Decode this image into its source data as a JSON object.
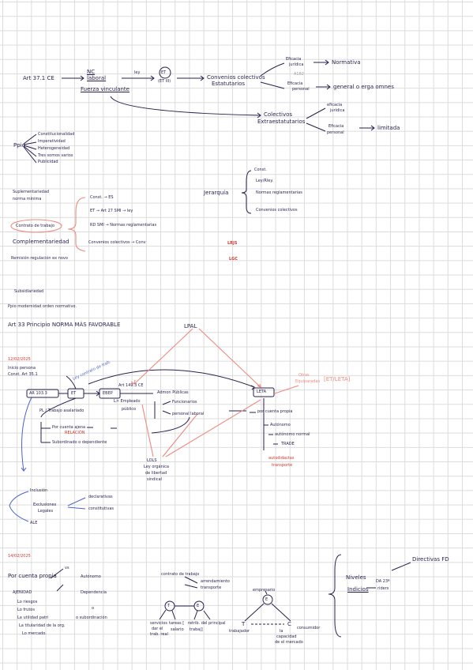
{
  "top": {
    "art31": "Art 37.1 CE",
    "nc": "NC",
    "laboral": "laboral",
    "fuerza": "Fuerza vinculante",
    "ley": "ley",
    "et_circle": "ET",
    "et_art": "(ET III)",
    "cc_estatutarios": "Convenios colectivos",
    "estatutarios": "Estatutarios",
    "eficacia_juridica_1": "Eficacia",
    "eficacia_juridica_2": "jurídica",
    "normativa": "Normativa",
    "a182": "A182",
    "eficacia_personal_1": "Eficacia",
    "eficacia_personal_2": "personal",
    "general": "general o erga omnes",
    "colectivos": "Colectivos",
    "extraestatutarios": "Extraestatutarios",
    "eficacia_juridica_b1": "eficacia",
    "eficacia_juridica_b2": "jurídica",
    "eficacia_personal_b1": "Eficacia",
    "eficacia_personal_b2": "personal",
    "limitada": "limitada"
  },
  "ppio": {
    "label": "Ppio",
    "items": [
      "Constitucionalidad",
      "Imperatividad",
      "Heterogeneidad",
      "Tres somos varios",
      "Publicidad"
    ]
  },
  "jerarquia": {
    "label": "Jerarquía",
    "items": [
      "Const.",
      "Ley/Rley.",
      "Normas reglamentarias",
      "Convenios colectivos"
    ]
  },
  "middle": {
    "suplementariedad_1": "Suplementariedad",
    "suplementariedad_2": "norma mínima",
    "const_es": "Const. → ES",
    "et_art27": "ET → Art 27 SMI → ley",
    "contrato": "Contrato de trabajo",
    "rd_smi": "RD SMI → Normas reglamentarias",
    "complementariedad": "Complementariedad",
    "cc_conv": "Convenios colectivos → Conv",
    "lrjs": "LRJS",
    "remision": "Remisión regulación ex novo",
    "lgc": "LGC"
  },
  "sub": {
    "subsidiariedad": "Subsidiariedad",
    "ppio_modernidad": "Ppio modernidad orden normativo.",
    "art33": "Art 33 Principio NORMA MÁS FAVORABLE"
  },
  "day1": {
    "date": "12/02/2025",
    "inicio_1": "Inicio persona",
    "inicio_2": "Const. Art 35.1",
    "handwrite_blue": "Ley contrato de trab.",
    "lpal": "LPAL",
    "ar_box": "AR 103.3",
    "et_box": "ET",
    "ebep_box": "EBEP",
    "art_ebep": "Art 149.3 CE",
    "admon": "Admon Públicas",
    "lista_box": "LETA",
    "otras_1": "Otras",
    "otras_2": "Equiparadas",
    "otras_bracket": "[ET/LETA]",
    "empleado_1": "L> Empleado",
    "empleado_2": "público",
    "funcionarios": "Funcionarios",
    "personal": "personal laboral",
    "pl_trabajo": "PL / Trabajo asalariado",
    "cuenta_ajena": "Por cuenta ajena",
    "cuenta_ajena_sub": "RELACIÓN",
    "subordinado": "Subordinado o dependiente",
    "por_cuenta_propia": "por cuenta propia",
    "autonomo": "Autónomo",
    "autonomo_normal": "autónomo normal",
    "trade": "TRADE",
    "autodidactas_1": "autodidactas",
    "autodidactas_2": "transporte",
    "lols_1": "LOLS",
    "lols_2": "Ley orgánica",
    "lols_3": "de libertad",
    "lols_4": "sindical",
    "inclusion": "Inclusión",
    "exclusiones_1": "Exclusiones",
    "exclusiones_2": "Legales",
    "declarativas": "declarativas",
    "constitutivas": "constitutivas",
    "ale": "ALE"
  },
  "day2": {
    "date": "14/02/2025",
    "cuenta_propia": "Por cuenta propia",
    "vs": "vs",
    "autonomo": "Autónomo",
    "ajenidad": "AJENIDAD",
    "dependencia": "Dependencia",
    "riesgos": "Lo riesgos",
    "frutos": "Lo frutos",
    "utilidad": "La utilidad patri",
    "titularidad": "La titularidad de la org.",
    "mercado": "Lo mercado.",
    "o": "o",
    "subordinacion": "o subordinación",
    "contrato_trabajo": "contrato de trabajo",
    "arrendamiento": "arrendamiento",
    "transporte": "transporte",
    "t_circle": "T",
    "e_circle": "E",
    "servicios_1": "servicios",
    "servicios_2": "dar el",
    "servicios_3": "trab. real",
    "tareas_1": "tareas [",
    "tareas_2": "salario",
    "retib_1": "retrib. del",
    "retib_2": "trabaj]",
    "principal": "principal",
    "empresario": "empresario",
    "e_circle2": "E",
    "t_left": "T",
    "c_right": "C",
    "trabajador": "trabajador",
    "consumidor": "consumidor",
    "capacidad_1": "la",
    "capacidad_2": "capacidad",
    "capacidad_3": "de el mercado",
    "directivas": "Directivas FD",
    "niveles": "Niveles",
    "indicios": "Indicios",
    "da": "DA 23ª",
    "riders": "riders"
  }
}
